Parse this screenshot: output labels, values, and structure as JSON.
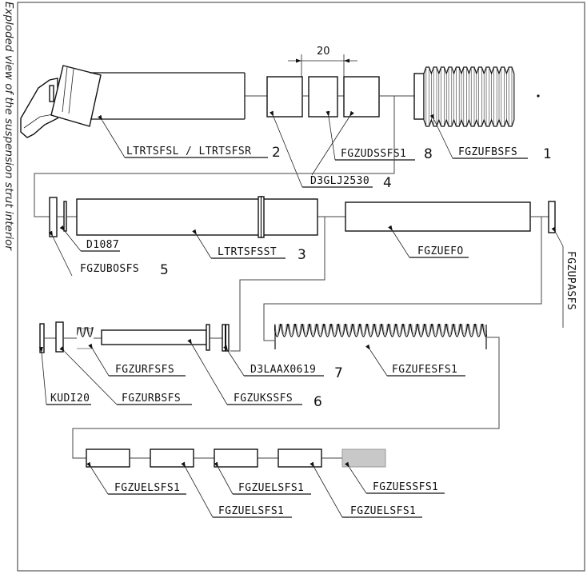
{
  "caption": "Exploded view of the suspension strut interior",
  "dimension": {
    "value": "20"
  },
  "parts": {
    "strut_housing": {
      "code": "LTRTSFSL / LTRTSFSR",
      "item": "2"
    },
    "rings": {
      "code": "D3GLJ2530",
      "item": "4"
    },
    "sealing_ring": {
      "code": "FGZUDSSFS1",
      "item": "8"
    },
    "bellows": {
      "code": "FGZUFBSFS",
      "item": "1"
    },
    "disc_washer": {
      "code": "D1087"
    },
    "guide_bush": {
      "code": "FGZUBOSFS",
      "item": "5"
    },
    "tube": {
      "code": "LTRTSFSST",
      "item": "3"
    },
    "cylinder": {
      "code": "FGZUEFO"
    },
    "end_plate": {
      "code": "FGZUPASFS"
    },
    "retainer": {
      "code": "D3LAAX0619",
      "item": "7"
    },
    "main_spring": {
      "code": "FGZUFESFS1"
    },
    "small_spring": {
      "code": "FGZURFSFS"
    },
    "washer": {
      "code": "KUDI20"
    },
    "ring_bush": {
      "code": "FGZURBSFS"
    },
    "piston_rod": {
      "code": "FGZUKSSFS",
      "item": "6"
    },
    "elements": [
      {
        "code": "FGZUELSFS1"
      },
      {
        "code": "FGZUELSFS1"
      },
      {
        "code": "FGZUELSFS1"
      },
      {
        "code": "FGZUELSFS1"
      }
    ],
    "end_element": {
      "code": "FGZUESSFS1"
    }
  },
  "colors": {
    "line": "#111111",
    "connector": "#444444",
    "end_element_fill": "#c8c8c8"
  }
}
